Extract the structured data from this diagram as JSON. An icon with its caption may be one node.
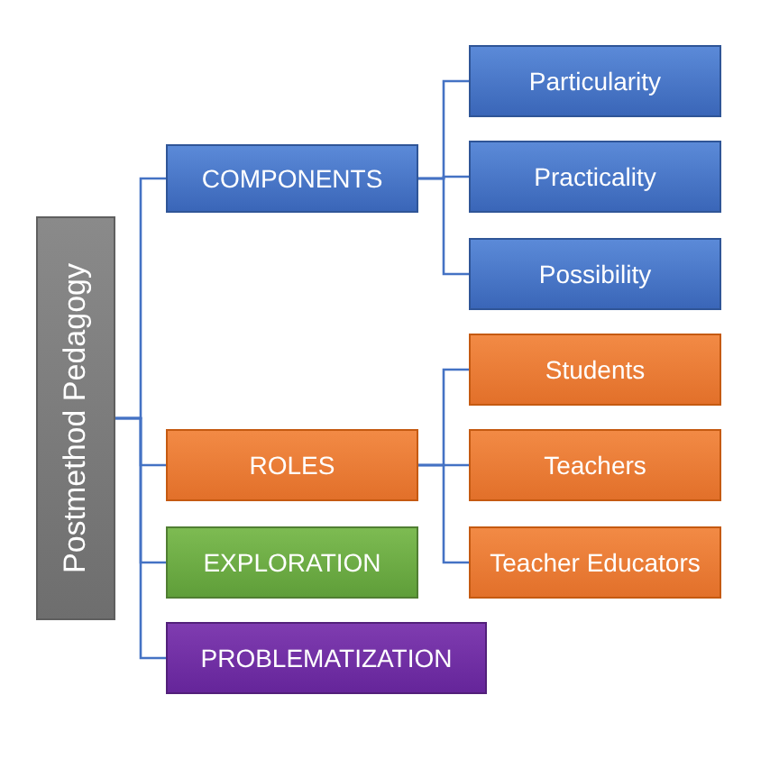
{
  "diagram": {
    "nodes": [
      {
        "text": [
          "Postmethod Pedagogy"
        ]
      },
      {
        "text": [
          "COMPONENTS"
        ]
      },
      {
        "text": [
          "Particularity"
        ]
      },
      {
        "text": [
          "Practicality"
        ]
      },
      {
        "text": [
          "Possibility"
        ]
      },
      {
        "text": [
          "Students"
        ]
      },
      {
        "text": [
          "ROLES"
        ]
      },
      {
        "text": [
          "Teachers"
        ]
      },
      {
        "text": [
          "EXPLORATION"
        ]
      },
      {
        "text": [
          "Teacher Educators"
        ]
      },
      {
        "text": [
          "PROBLEMATIZATION"
        ]
      }
    ],
    "edges": [
      {
        "from": 0,
        "to": 1,
        "arrow": "none"
      },
      {
        "from": 0,
        "to": 6,
        "arrow": "none"
      },
      {
        "from": 0,
        "to": 8,
        "arrow": "none"
      },
      {
        "from": 0,
        "to": 10,
        "arrow": "none"
      },
      {
        "from": 1,
        "to": 2,
        "arrow": "none"
      },
      {
        "from": 1,
        "to": 3,
        "arrow": "none"
      },
      {
        "from": 1,
        "to": 4,
        "arrow": "none"
      },
      {
        "from": 6,
        "to": 5,
        "arrow": "none"
      },
      {
        "from": 6,
        "to": 7,
        "arrow": "none"
      },
      {
        "from": 6,
        "to": 9,
        "arrow": "none"
      }
    ]
  }
}
